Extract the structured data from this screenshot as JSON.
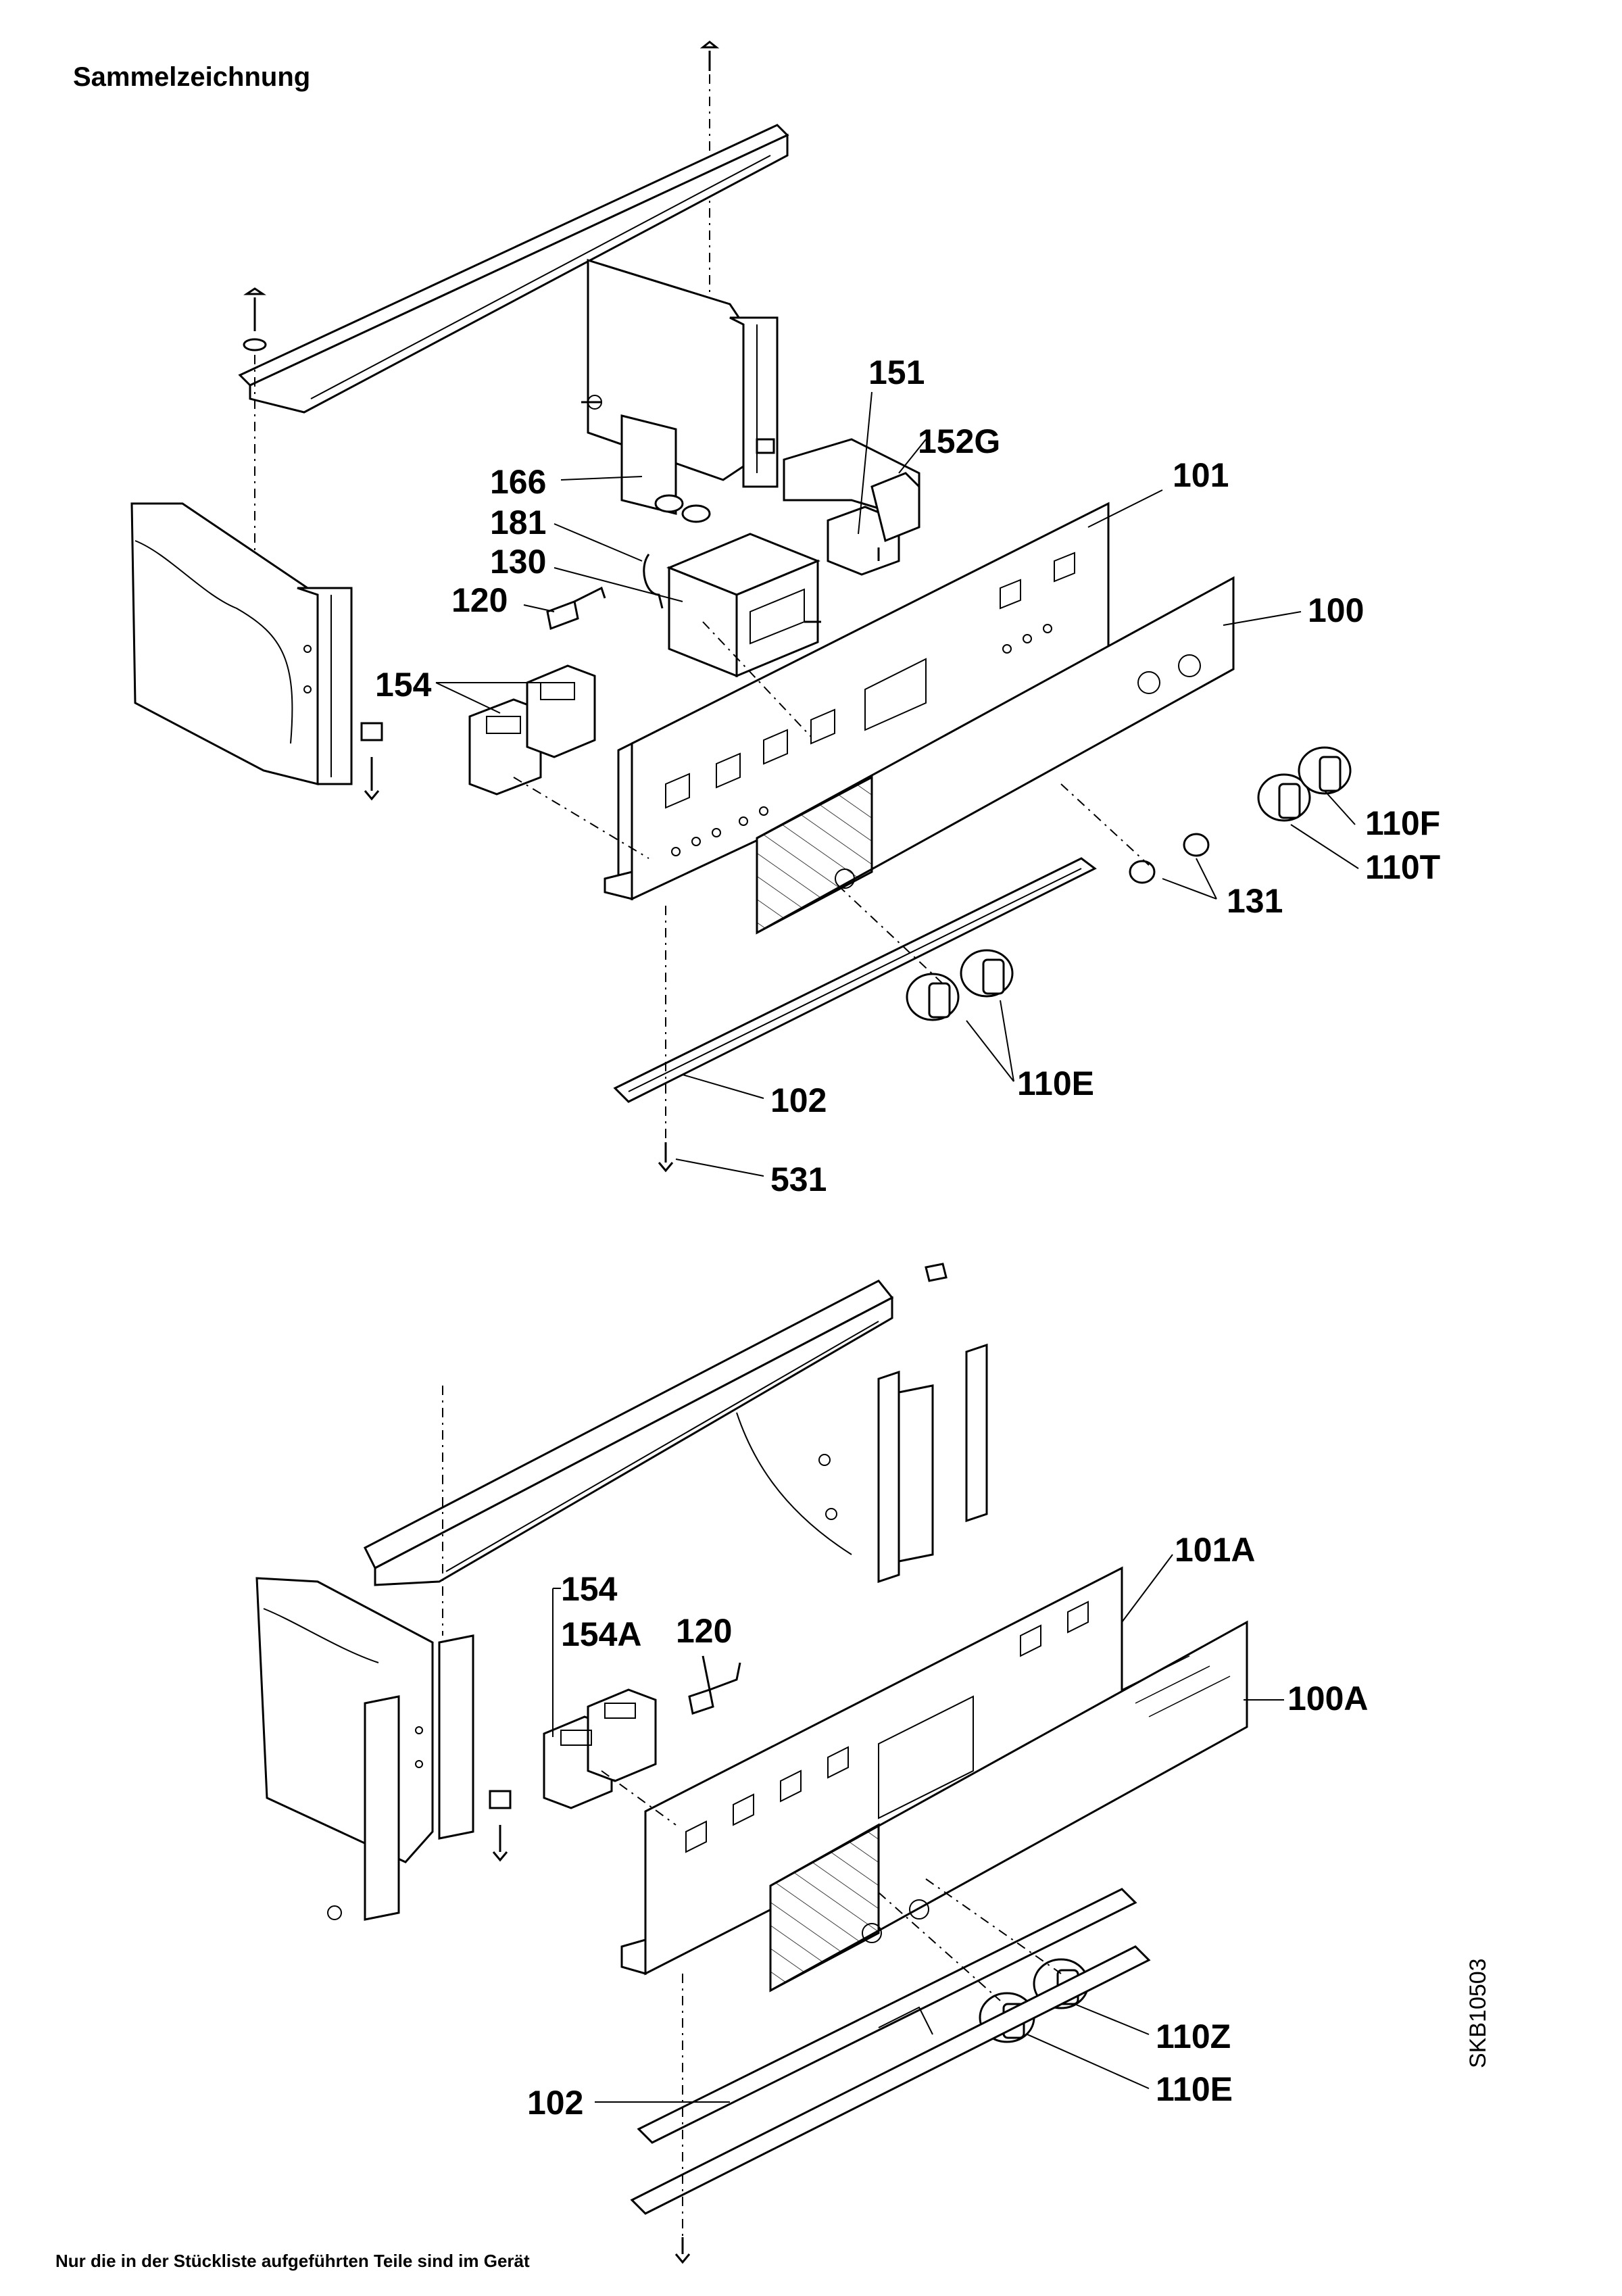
{
  "title": "Sammelzeichnung",
  "footer_note": "Nur die in der Stückliste aufgeführten Teile sind im Gerät",
  "drawing_code": "SKB10503",
  "callouts_top": [
    "151",
    "152G",
    "166",
    "181",
    "130",
    "101",
    "120",
    "100",
    "154",
    "110F",
    "110T",
    "131",
    "110E",
    "102",
    "531"
  ],
  "callouts_bottom": [
    "101A",
    "154",
    "154A",
    "120",
    "100A",
    "110Z",
    "110E",
    "102"
  ]
}
